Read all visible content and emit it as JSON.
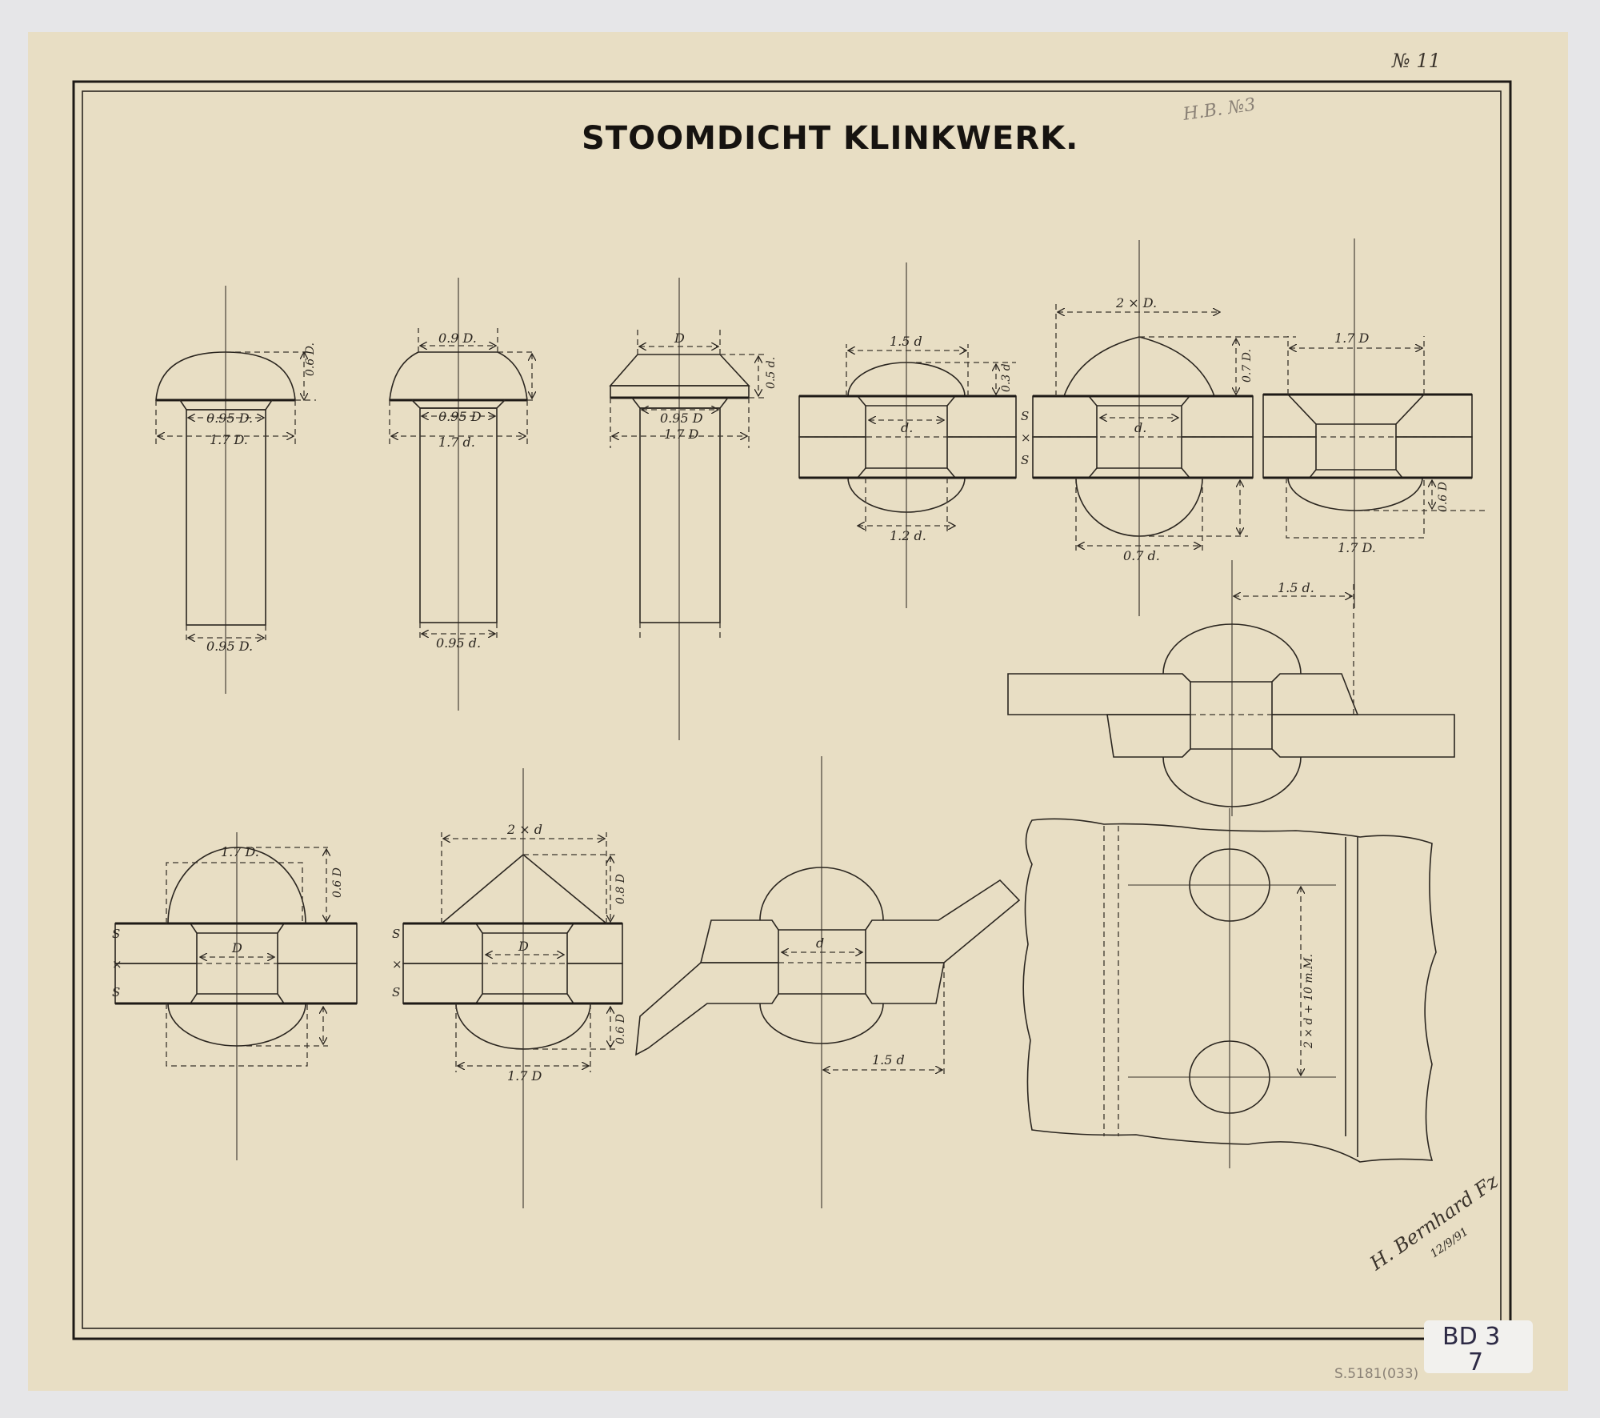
{
  "title": "STOOMDICHT KLINKWERK.",
  "sheet_number": "№ 11",
  "pencil_note": "H.B. №3",
  "colors": {
    "paper": "#e8dec4",
    "ink": "#2b2620",
    "hatch_fill": "#e0d5b8"
  },
  "rivets": {
    "r1": {
      "head_height": "0.6 D.",
      "neck": "0.95 D.",
      "head_width": "1.7 D.",
      "shank": "0.95 D."
    },
    "r2": {
      "top": "0.9 D.",
      "neck": "0.95 D",
      "head_width": "1.7 d.",
      "shank": "0.95 d."
    },
    "r3": {
      "top": "D",
      "head_height": "0.5 d.",
      "neck": "0.95 D",
      "head_width": "1.7 D"
    }
  },
  "sections": {
    "a": {
      "width": "1.5 d",
      "head": "0.3 d",
      "hole": "d.",
      "bottom": "1.2 d."
    },
    "b": {
      "width": "2 × D.",
      "head": "0.7 D.",
      "hole": "d.",
      "bottom": "0.7 d."
    },
    "c": {
      "width": "1.7 D",
      "head": "0.6 D",
      "bottom": "1.7 D."
    },
    "thickness": {
      "s1": "S",
      "x": "×",
      "s2": "S"
    }
  },
  "lap_joint": {
    "pitch": "1.5 d."
  },
  "plan_view": {
    "pitch": "2 × d + 10 m.M."
  },
  "bottom_row": {
    "d": {
      "width": "1.7 D.",
      "head": "0.6 D",
      "hole": "D"
    },
    "e": {
      "width": "2 × d",
      "head": "0.8 D",
      "hole": "D",
      "bottom_head": "0.6 D",
      "bottom": "1.7 D"
    },
    "f": {
      "hole": "d",
      "edge": "1.5 d"
    }
  },
  "signature": {
    "name": "H. Bernhard Fz",
    "date": "12/9/91"
  },
  "label": {
    "line1": "BD 3",
    "line2": "7"
  },
  "archive_number": "S.5181(033)"
}
